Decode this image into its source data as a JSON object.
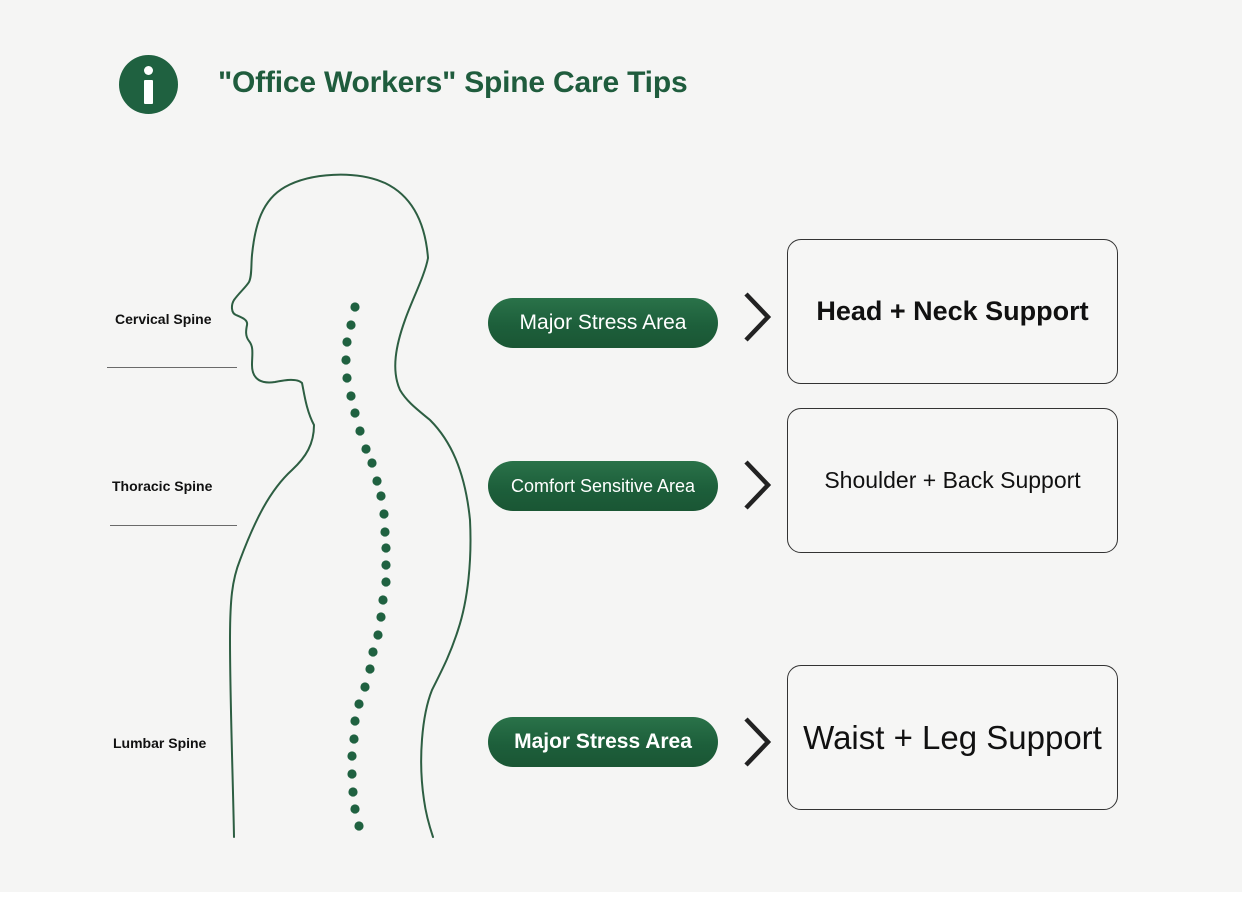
{
  "title": "\"Office Workers\" Spine Care Tips",
  "icons": {
    "header": "info-icon",
    "arrow": "chevron-right-icon"
  },
  "colors": {
    "accent": "#1f6140",
    "title": "#1f5c3d",
    "outline": "#2d5e42",
    "background": "#f5f5f4"
  },
  "spine_labels": {
    "cervical": "Cervical Spine",
    "thoracic": "Thoracic Spine",
    "lumbar": "Lumbar Spine"
  },
  "areas": [
    {
      "tag": "Major Stress Area",
      "support": "Head + Neck Support"
    },
    {
      "tag": "Comfort Sensitive Area",
      "support": "Shoulder + Back Support"
    },
    {
      "tag": "Major Stress Area",
      "support": "Waist + Leg Support"
    }
  ]
}
